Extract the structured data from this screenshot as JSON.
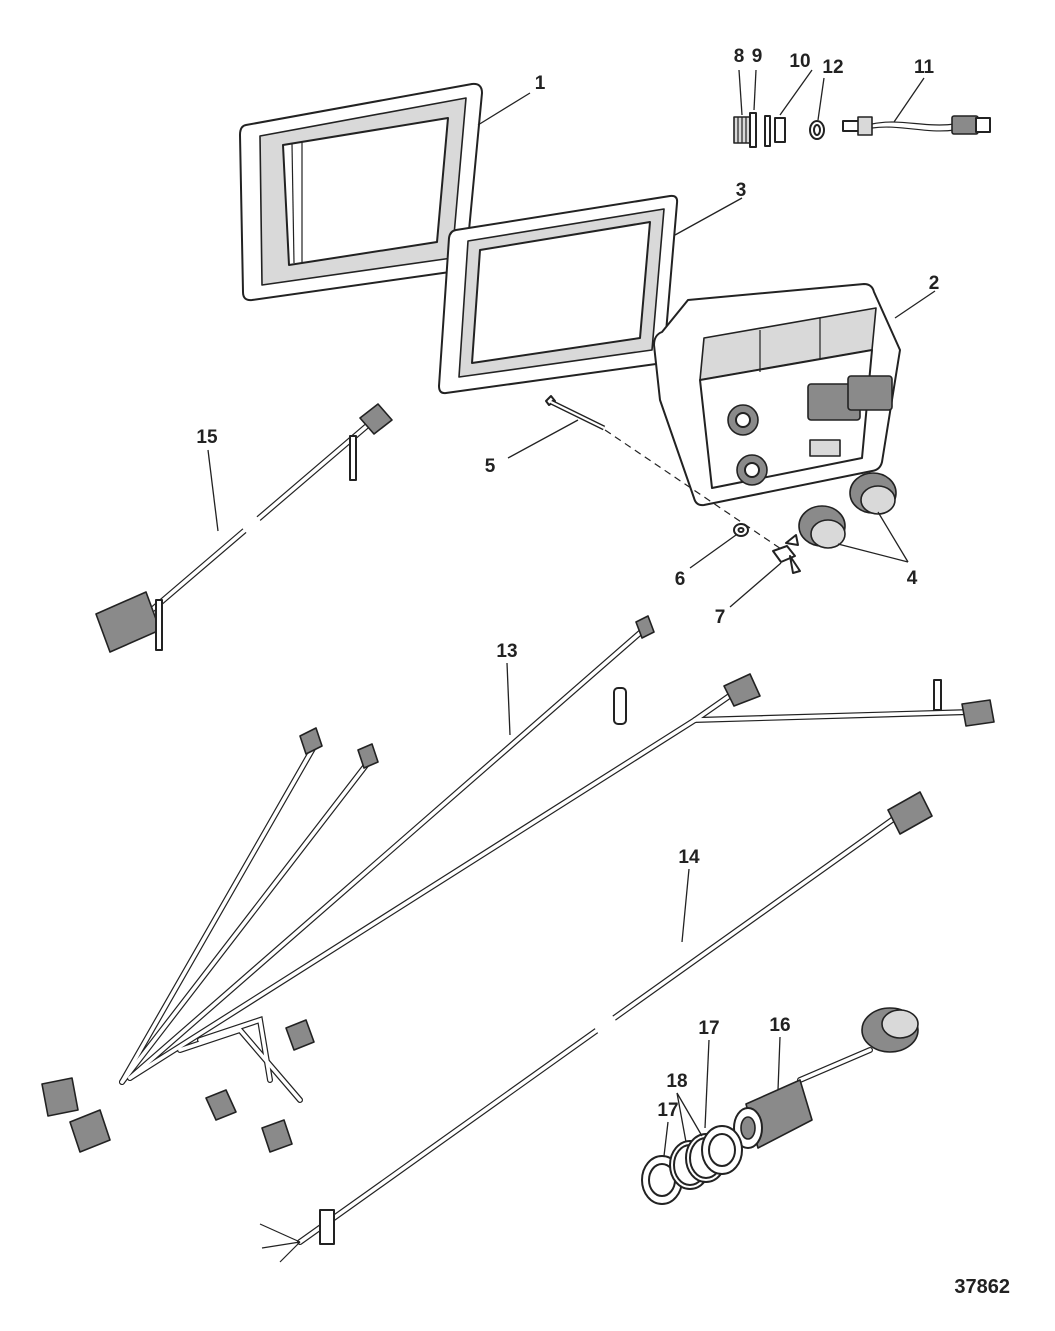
{
  "figure_number": "37862",
  "callouts": [
    {
      "id": "c1",
      "label": "1"
    },
    {
      "id": "c2",
      "label": "2"
    },
    {
      "id": "c3",
      "label": "3"
    },
    {
      "id": "c4",
      "label": "4"
    },
    {
      "id": "c5",
      "label": "5"
    },
    {
      "id": "c6",
      "label": "6"
    },
    {
      "id": "c7",
      "label": "7"
    },
    {
      "id": "c8",
      "label": "8"
    },
    {
      "id": "c9",
      "label": "9"
    },
    {
      "id": "c10",
      "label": "10"
    },
    {
      "id": "c11",
      "label": "11"
    },
    {
      "id": "c12",
      "label": "12"
    },
    {
      "id": "c13",
      "label": "13"
    },
    {
      "id": "c14",
      "label": "14"
    },
    {
      "id": "c15",
      "label": "15"
    },
    {
      "id": "c16",
      "label": "16"
    },
    {
      "id": "c17a",
      "label": "17"
    },
    {
      "id": "c17b",
      "label": "17"
    },
    {
      "id": "c18",
      "label": "18"
    }
  ]
}
